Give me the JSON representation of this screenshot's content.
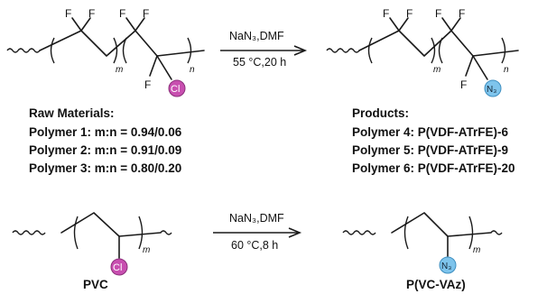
{
  "reaction1": {
    "reagents": "NaN₃,DMF",
    "conditions": "55 °C,20 h"
  },
  "reaction2": {
    "reagents": "NaN₃,DMF",
    "conditions": "60 °C,8 h"
  },
  "atoms": {
    "fluorine": "F",
    "chlorine": "Cl",
    "azide": "N₃",
    "sub_m": "m",
    "sub_n": "n"
  },
  "raw_materials": {
    "title": "Raw Materials:",
    "lines": [
      "Polymer 1: m:n = 0.94/0.06",
      "Polymer 2: m:n = 0.91/0.09",
      "Polymer 3: m:n = 0.80/0.20"
    ]
  },
  "products": {
    "title": "Products:",
    "lines": [
      "Polymer 4: P(VDF-ATrFE)-6",
      "Polymer 5: P(VDF-ATrFE)-9",
      "Polymer 6: P(VDF-ATrFE)-20"
    ]
  },
  "bottom_labels": {
    "left": "PVC",
    "right": "P(VC-VAz)"
  },
  "colors": {
    "chlorine_ball": "#c84fb0",
    "azide_ball": "#7ec4ec"
  }
}
